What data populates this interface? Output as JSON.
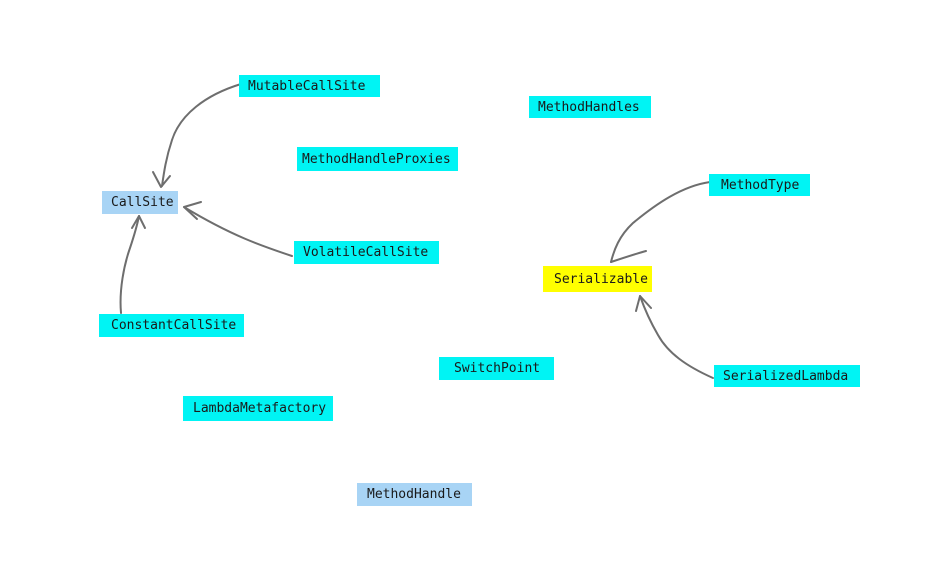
{
  "colors": {
    "class_fill": "#00f4f4",
    "abstract_fill": "#a8d4f5",
    "interface_fill": "#ffff00",
    "arrow_stroke": "#6e6e6e",
    "text": "#1a1a1a"
  },
  "nodes": {
    "mutable_call_site": "MutableCallSite",
    "method_handles": "MethodHandles",
    "method_handle_proxies": "MethodHandleProxies",
    "call_site": "CallSite",
    "method_type": "MethodType",
    "volatile_call_site": "VolatileCallSite",
    "serializable": "Serializable",
    "constant_call_site": "ConstantCallSite",
    "switch_point": "SwitchPoint",
    "serialized_lambda": "SerializedLambda",
    "lambda_metafactory": "LambdaMetafactory",
    "method_handle": "MethodHandle"
  }
}
